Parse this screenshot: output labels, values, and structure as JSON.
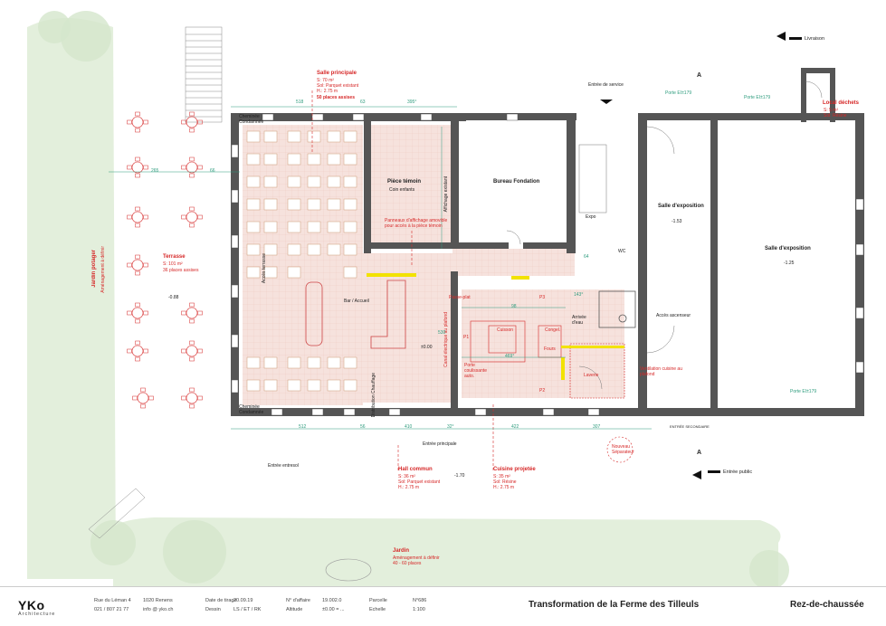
{
  "rooms": {
    "salle_principale": {
      "name": "Salle principale",
      "surface": "S: 70 m²",
      "sol": "Sol: Parquet existant",
      "hauteur": "H.: 2.75 m",
      "places": "50 places assises"
    },
    "piece_temoin": {
      "name": "Pièce témoin",
      "sub": "Coin enfants"
    },
    "bureau": {
      "name": "Bureau Fondation"
    },
    "salle_expo_1": {
      "name": "Salle d'exposition",
      "level": "-1.53"
    },
    "salle_expo_2": {
      "name": "Salle d'exposition",
      "level": "-1.25"
    },
    "local_dechets": {
      "name": "Local déchets",
      "surface": "S: 5 m²",
      "sol": "Sol: Résine"
    },
    "terrasse": {
      "name": "Terrasse",
      "surface": "S: 101 m²",
      "places": "36 places assises",
      "level": "-0.88"
    },
    "jardin_potager": {
      "name": "Jardin potager",
      "sub": "Aménagement à définir"
    },
    "hall": {
      "name": "Hall commun",
      "surface": "S: 36 m²",
      "sol": "Sol: Parquet existant",
      "hauteur": "H.: 2.75 m",
      "level": "-1.70"
    },
    "cuisine": {
      "name": "Cuisine projetée",
      "surface": "S: 35 m²",
      "sol": "Sol: Résine",
      "hauteur": "H.: 2.75 m"
    },
    "jardin": {
      "name": "Jardin",
      "sub": "Aménagement à définir",
      "places": "40 - 60 places"
    },
    "central_level": "±0.00"
  },
  "annotations": {
    "panneaux": "Panneaux d'affichage amovible pour accès à la pièce témoin",
    "affichage": "Affichage existant",
    "bar": "Bar / Accueil",
    "distribution": "Distribution Chauffage",
    "canal": "Canal électrique au plafond",
    "passe_plat": "Passe-plat",
    "cuisson": "Cuisson",
    "congel": "Congel.",
    "fours": "Fours",
    "laverie": "Laverie",
    "porte_coulissante": "Porte coulissante auto.",
    "arrivee_eau": "Arrivée d'eau",
    "ventilation": "Ventilation cuisine au plafond",
    "acces_ascenseur": "Accès ascenseur",
    "acces_terrasse": "Accès terrasse",
    "cheminee_1": "Cheminée Condamnée",
    "cheminee_2": "Cheminée Condamnée",
    "nouveau_separateur": "Nouveau Séparateur",
    "p1": "P1",
    "p2": "P2",
    "p3": "P3",
    "expo": "Expo",
    "wc": "WC",
    "porte_ei_1": "Porte EI±179",
    "porte_ei_2": "Porte EI±179",
    "porte_ei_3": "Porte EI±179"
  },
  "entries": {
    "livraison": "Livraison",
    "entree_service": "Entrée de service",
    "entree_principale": "Entrée principale",
    "entree_entresol": "Entrée entresol",
    "entree_public": "Entrée public",
    "entree_secondaire": "ENTRÉE SECONDAIRE",
    "section_a": "A"
  },
  "dimensions": {
    "d518": "518",
    "d63": "63",
    "d395": "395°",
    "d512": "512",
    "d56": "56",
    "d410": "410",
    "d32": "32°",
    "d422": "422",
    "d307": "307",
    "d265": "265",
    "d66": "66",
    "d530": "530",
    "d469": "469°",
    "d98": "98",
    "d143": "143°",
    "d64": "64"
  },
  "footer": {
    "logo": "YKo",
    "logo_sub": "Architecture",
    "address_1": "Rue du Léman 4",
    "city": "1020 Renens",
    "phone": "021 / 807 21 77",
    "email": "info @ yko.ch",
    "date_label": "Date de tirage",
    "date_value": "20.09.19",
    "dessin_label": "Dessin",
    "dessin_value": "LS / ET / RK",
    "affaire_label": "N° d'affaire",
    "affaire_value": "19.002.0",
    "altitude_label": "Altitude",
    "altitude_value": "±0.00 = ...",
    "parcelle_label": "Parcelle",
    "parcelle_value": "N°686",
    "echelle_label": "Echelle",
    "echelle_value": "1:100",
    "title": "Transformation de la Ferme des Tilleuls",
    "level": "Rez-de-chaussée"
  },
  "colors": {
    "wall": "#555555",
    "red": "#d62828",
    "green": "#2e9c7e",
    "garden": "#e3efdc",
    "floor_pink": "#f6e2dd",
    "yellow": "#f2e200"
  }
}
